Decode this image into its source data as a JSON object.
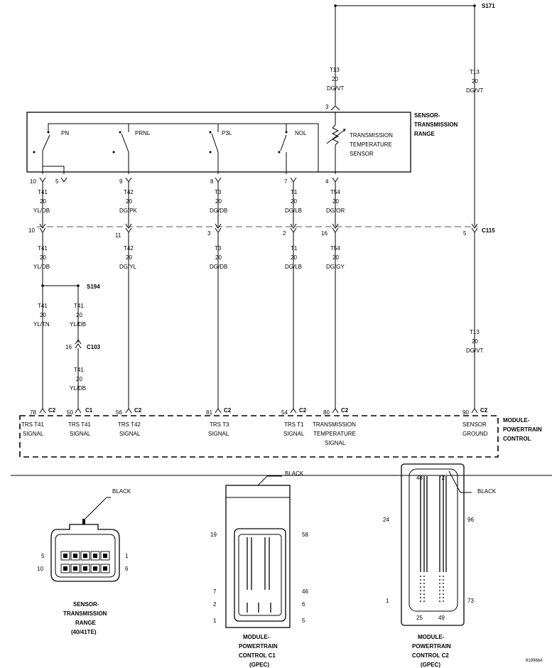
{
  "splices": {
    "s171": "S171",
    "s194": "S194"
  },
  "components": {
    "sensor_box_line1": "SENSOR-",
    "sensor_box_line2": "TRANSMISSION",
    "sensor_box_line3": "RANGE",
    "pcm_box_line1": "MODULE-",
    "pcm_box_line2": "POWERTRAIN",
    "pcm_box_line3": "CONTROL",
    "temp_sensor_line1": "TRANSMISSION",
    "temp_sensor_line2": "TEMPERATURE",
    "temp_sensor_line3": "SENSOR",
    "switches": [
      "PN",
      "PRNL",
      "P3L",
      "NOL"
    ]
  },
  "connectors": {
    "c115": "C115",
    "c103": "C103"
  },
  "wires": {
    "t13_top_a": [
      "T13",
      "20",
      "DG/VT"
    ],
    "t13_top_b": [
      "T13",
      "20",
      "DG/VT"
    ],
    "t13_bottom": [
      "T13",
      "20",
      "DG/VT"
    ],
    "upper": [
      [
        "T41",
        "20",
        "YL/DB"
      ],
      [
        "T42",
        "20",
        "DG/PK"
      ],
      [
        "T3",
        "20",
        "DG/DB"
      ],
      [
        "T1",
        "20",
        "DG/LB"
      ],
      [
        "T54",
        "20",
        "DG/OR"
      ]
    ],
    "lower": [
      [
        "T41",
        "20",
        "YL/DB"
      ],
      [
        "T42",
        "20",
        "DG/YL"
      ],
      [
        "T3",
        "20",
        "DG/DB"
      ],
      [
        "T1",
        "20",
        "DG/LB"
      ],
      [
        "T54",
        "20",
        "DG/GY"
      ]
    ],
    "t41_yltn": [
      "T41",
      "20",
      "YL/TN"
    ],
    "t41_yldb_a": [
      "T41",
      "20",
      "YL/DB"
    ],
    "t41_yldb_b": [
      "T41",
      "20",
      "YL/DB"
    ]
  },
  "pins": {
    "sensor": [
      "3",
      "10",
      "5",
      "9",
      "8",
      "7",
      "4"
    ],
    "c115": [
      "10",
      "11",
      "3",
      "2",
      "16",
      "5"
    ],
    "c103": "16",
    "pcm": [
      {
        "pin": "78",
        "conn": "C2"
      },
      {
        "pin": "50",
        "conn": "C1"
      },
      {
        "pin": "56",
        "conn": "C2"
      },
      {
        "pin": "81",
        "conn": "C2"
      },
      {
        "pin": "54",
        "conn": "C2"
      },
      {
        "pin": "80",
        "conn": "C2"
      },
      {
        "pin": "90",
        "conn": "C2"
      }
    ]
  },
  "signals": {
    "trs_t41_a": [
      "TRS T41",
      "SIGNAL"
    ],
    "trs_t41_b": [
      "TRS T41",
      "SIGNAL"
    ],
    "trs_t42": [
      "TRS T42",
      "SIGNAL"
    ],
    "trs_t3": [
      "TRS T3",
      "SIGNAL"
    ],
    "trs_t1": [
      "TRS T1",
      "SIGNAL"
    ],
    "temp": [
      "TRANSMISSION",
      "TEMPERATURE",
      "SIGNAL"
    ],
    "ground": [
      "SENSOR",
      "GROUND"
    ]
  },
  "connector_views": {
    "black": "BLACK",
    "sensor_pins": {
      "tl": "5",
      "tr": "1",
      "bl": "10",
      "br": "6"
    },
    "sensor_caption": [
      "SENSOR-",
      "TRANSMISSION",
      "RANGE",
      "(40/41TE)"
    ],
    "c1_pins": {
      "l1": "19",
      "r1": "58",
      "l2": "7",
      "r2": "46",
      "l3": "2",
      "r3": "6",
      "l4": "1",
      "r4": "5"
    },
    "c1_caption": [
      "MODULE-",
      "POWERTRAIN",
      "CONTROL C1",
      "(GPEC)"
    ],
    "c2_pins": {
      "t1": "48",
      "t2": "72",
      "l1": "24",
      "r1": "96",
      "l2": "1",
      "r2": "73",
      "b1": "25",
      "b2": "49"
    },
    "c2_caption": [
      "MODULE-",
      "POWERTRAIN",
      "CONTROL C2",
      "(GPEC)"
    ]
  },
  "figure_id": "81996b4"
}
